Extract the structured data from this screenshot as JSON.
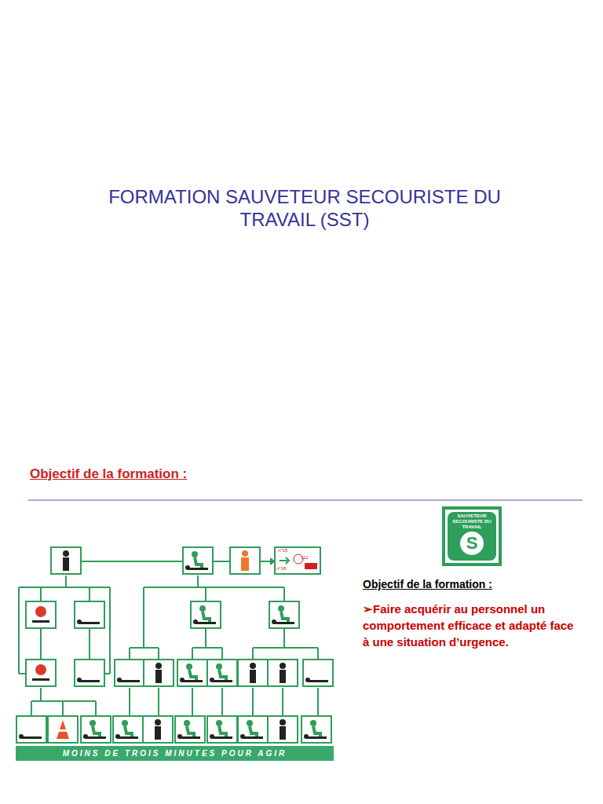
{
  "diagram": {
    "title": "FORMATION SAUVETEUR SECOURISTE DU TRAVAIL (SST)",
    "nodes": [
      {
        "text": [
          "SAUVETEUR SECOURISTE DU TRAVAIL",
          "S"
        ]
      },
      {
        "text": [
          "MOINS DE TROIS MINUTES POUR AGIR"
        ]
      }
    ],
    "labels": [
      "Objectif de la formation :",
      "n°15",
      "112",
      "n°18",
      "Objectif de la formation :",
      "➢Faire acquérir au personnel un comportement efficace et adapté face à une situation d’urgence."
    ]
  }
}
